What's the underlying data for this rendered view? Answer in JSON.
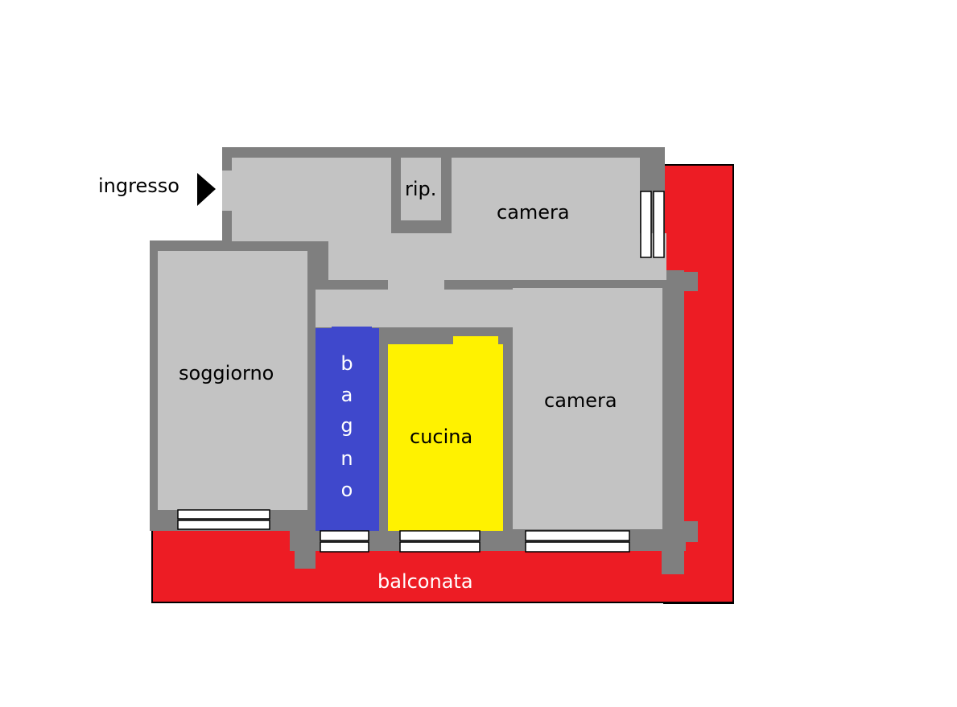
{
  "plan": {
    "entrance_label": "ingresso",
    "rooms": {
      "storage": "rip.",
      "bedroom_top": "camera",
      "living_room": "soggiorno",
      "bathroom_letters": [
        "b",
        "a",
        "g",
        "n",
        "o"
      ],
      "kitchen": "cucina",
      "bedroom_bottom": "camera"
    },
    "balcony": "balconata"
  },
  "colors": {
    "wall": "#7f7f7f",
    "floor": "#c3c3c3",
    "balcony": "#ed1c24",
    "bathroom": "#3f48cc",
    "kitchen": "#fff200",
    "text_dark": "#000000",
    "text_light": "#ffffff",
    "outline": "#000000"
  }
}
